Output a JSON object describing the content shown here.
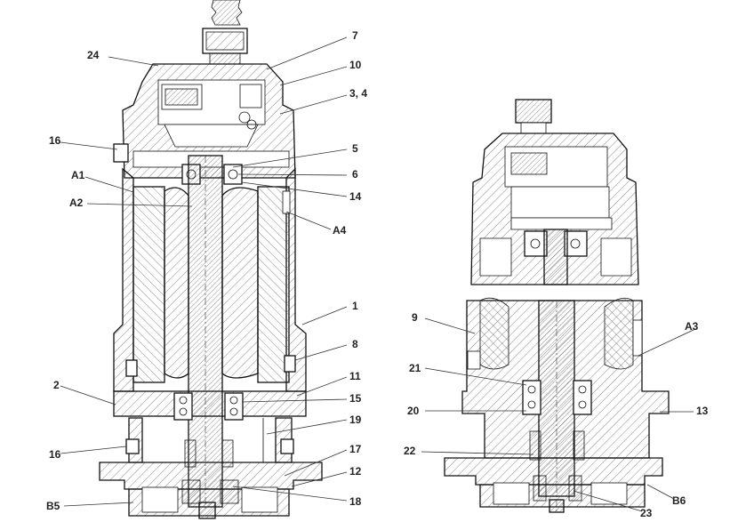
{
  "callouts_main": {
    "c7": "7",
    "c24": "24",
    "c10": "10",
    "c34": "3, 4",
    "c16a": "16",
    "c5": "5",
    "cA1": "A1",
    "c6": "6",
    "cA2": "A2",
    "c14": "14",
    "cA4": "A4",
    "c1": "1",
    "c8": "8",
    "c2": "2",
    "c11": "11",
    "c15": "15",
    "c19": "19",
    "c16b": "16",
    "c17": "17",
    "c12": "12",
    "cB5": "B5",
    "c18": "18"
  },
  "callouts_right": {
    "c9": "9",
    "cA3": "A3",
    "c21": "21",
    "c20": "20",
    "c13": "13",
    "c22": "22",
    "cB6": "B6",
    "c23": "23"
  }
}
